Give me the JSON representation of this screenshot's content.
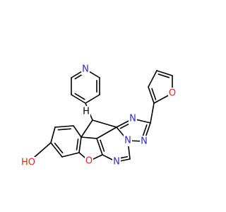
{
  "structure": {
    "atom_labels": [
      {
        "id": "n-pyridine",
        "text": "N",
        "element": "N"
      },
      {
        "id": "o-furan",
        "text": "O",
        "element": "O"
      },
      {
        "id": "n-triazole-upper",
        "text": "N",
        "element": "N"
      },
      {
        "id": "n-triazole-right",
        "text": "N",
        "element": "N"
      },
      {
        "id": "n-bridge",
        "text": "N",
        "element": "N"
      },
      {
        "id": "n-pyrimidine",
        "text": "N",
        "element": "N"
      },
      {
        "id": "o-pyran",
        "text": "O",
        "element": "O"
      },
      {
        "id": "hydroxyl",
        "text": "HO",
        "element": "O"
      },
      {
        "id": "h-methine",
        "text": "H",
        "element": "H"
      }
    ]
  },
  "colors": {
    "nitrogen": "#2b2bd6",
    "oxygen": "#e0281e",
    "carbon": "#000000",
    "hydrogen": "#000000",
    "background": "#ffffff"
  }
}
